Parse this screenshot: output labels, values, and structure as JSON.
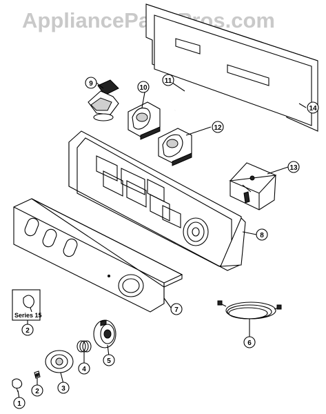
{
  "watermark": "AppliancePartsPros.com",
  "series_label": "Series 15",
  "callouts": [
    {
      "id": "c1",
      "label": "1"
    },
    {
      "id": "c2a",
      "label": "2"
    },
    {
      "id": "c2b",
      "label": "2"
    },
    {
      "id": "c3",
      "label": "3"
    },
    {
      "id": "c4",
      "label": "4"
    },
    {
      "id": "c5",
      "label": "5"
    },
    {
      "id": "c6",
      "label": "6"
    },
    {
      "id": "c7",
      "label": "7"
    },
    {
      "id": "c8",
      "label": "8"
    },
    {
      "id": "c9",
      "label": "9"
    },
    {
      "id": "c10",
      "label": "10"
    },
    {
      "id": "c11",
      "label": "11"
    },
    {
      "id": "c12",
      "label": "12"
    },
    {
      "id": "c13",
      "label": "13"
    },
    {
      "id": "c14",
      "label": "14"
    }
  ]
}
